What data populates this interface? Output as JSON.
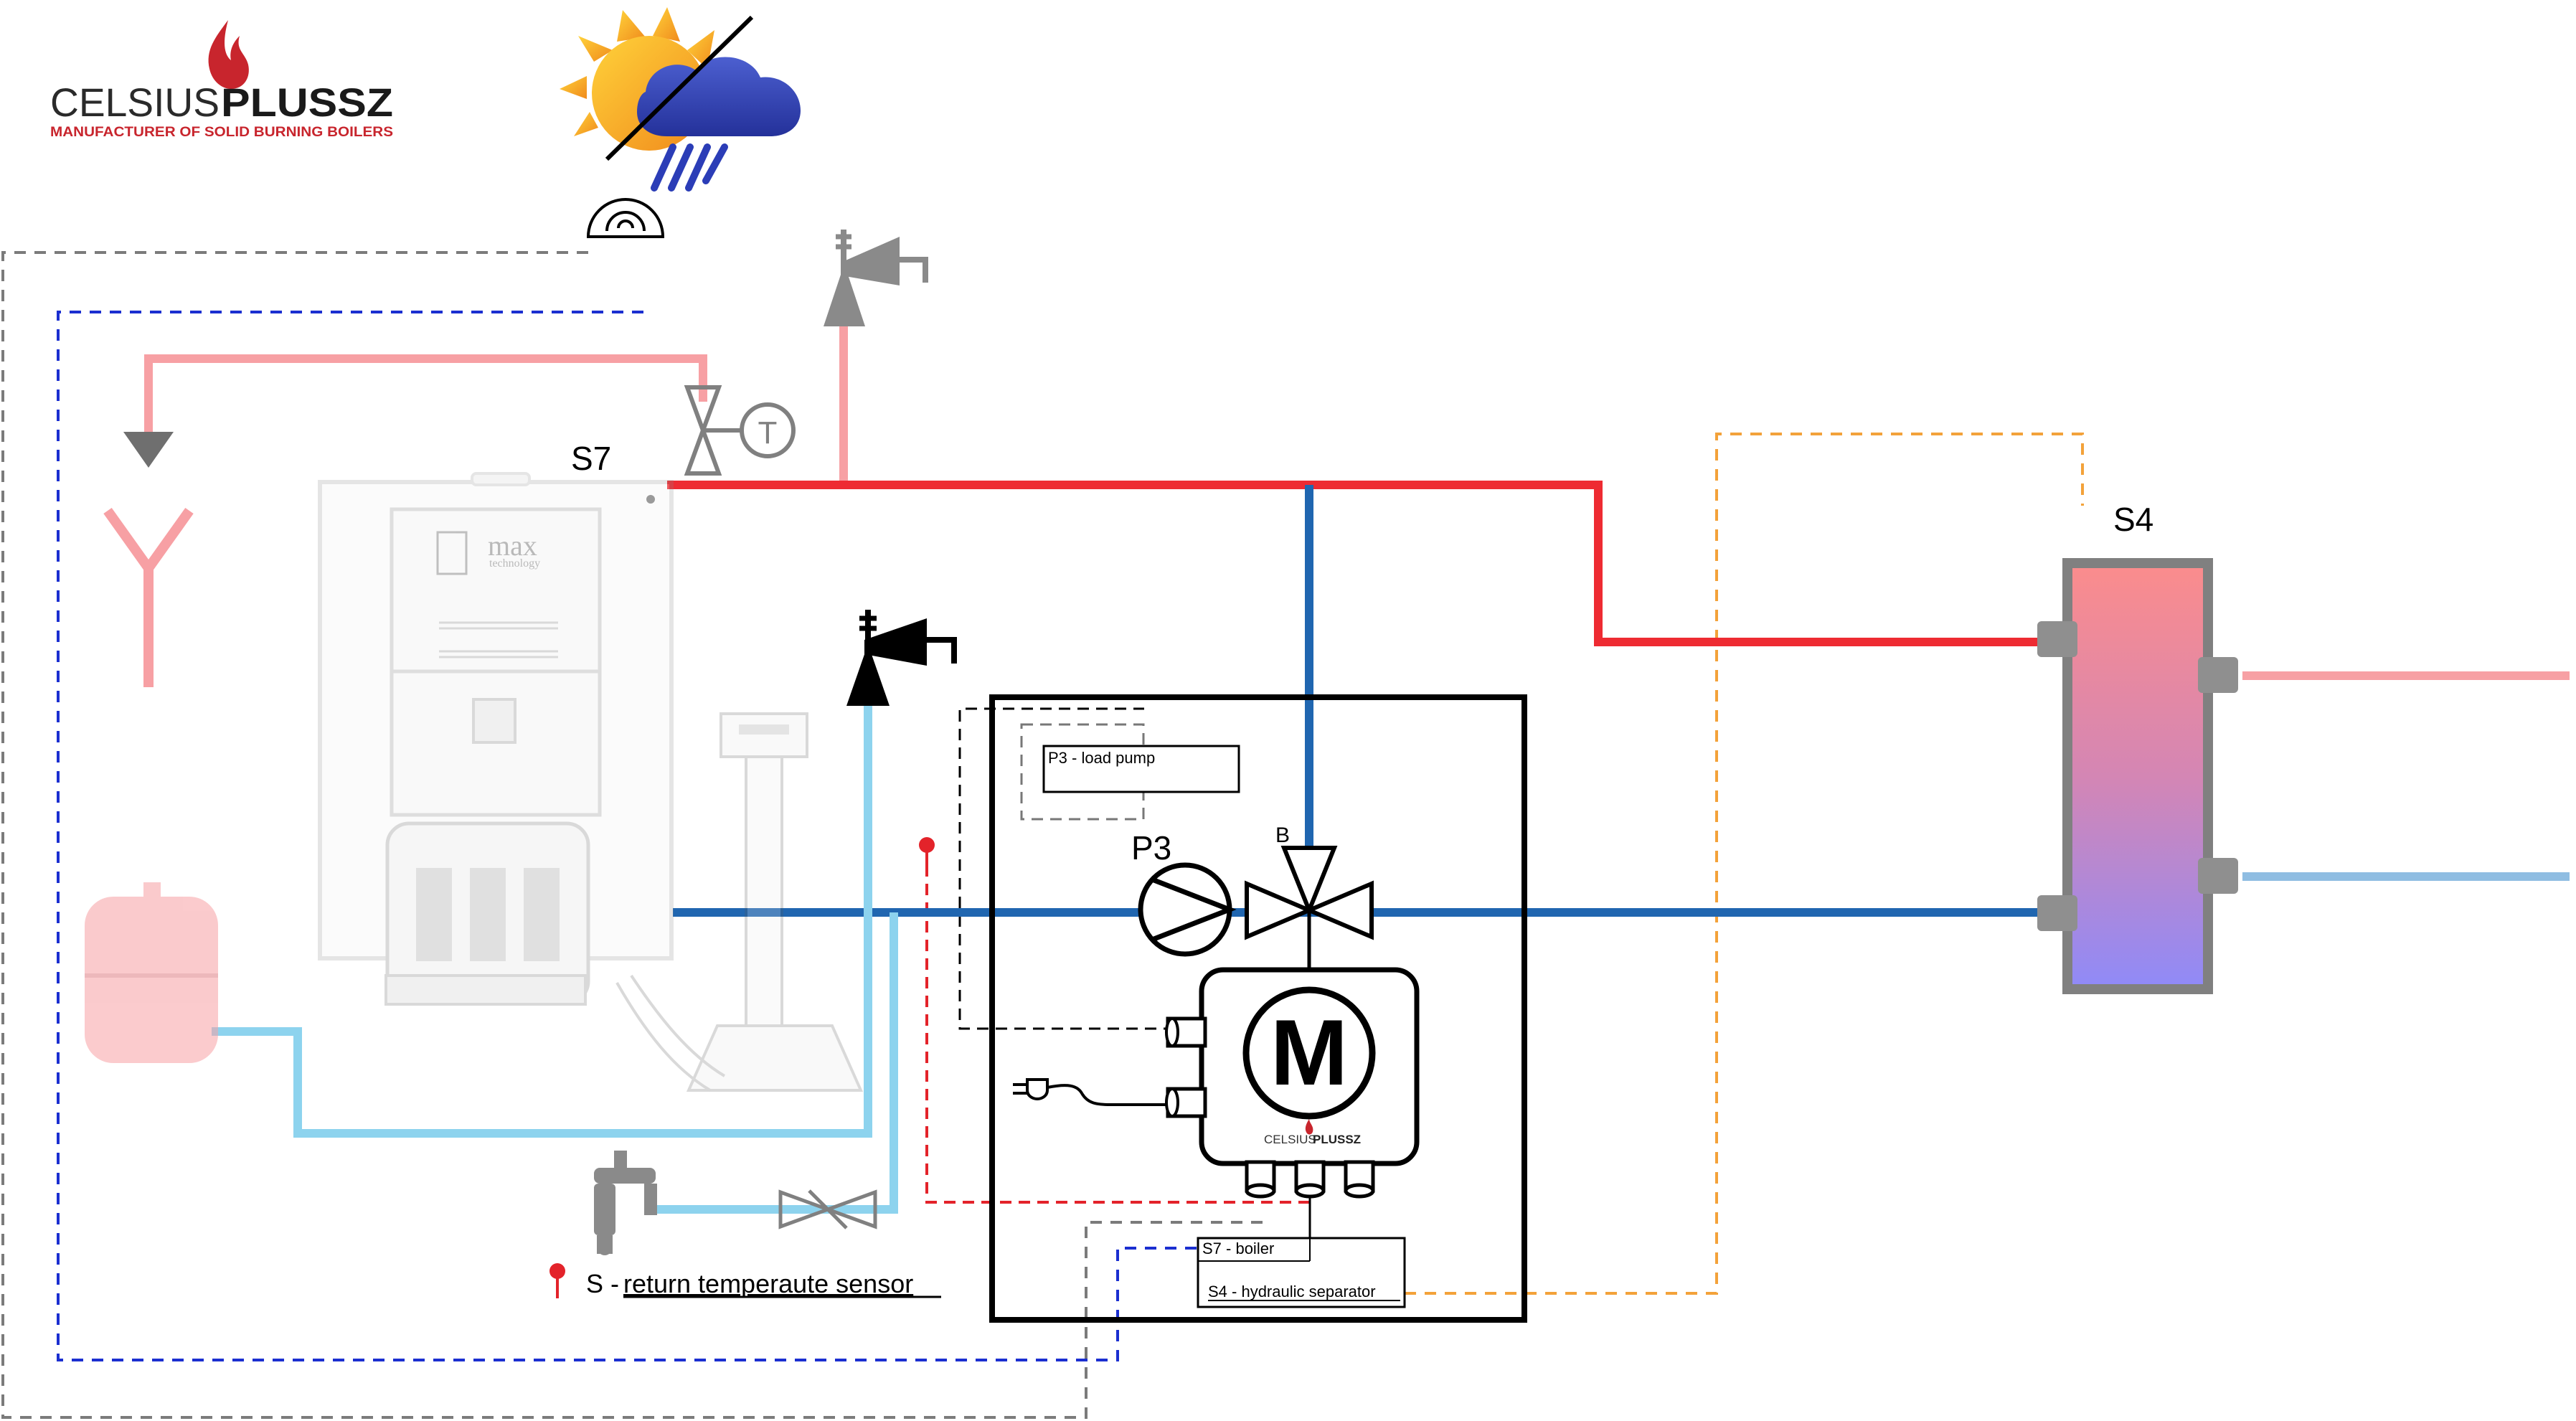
{
  "logo": {
    "brand_light": "CELSIUS",
    "brand_bold": "PLUSSZ",
    "tagline": "MANUFACTURER OF SOLID BURNING BOILERS",
    "mini_light": "CELSIUS",
    "mini_bold": "PLUSSZ"
  },
  "boiler_badge": {
    "brand": "max",
    "sub": "technology"
  },
  "labels": {
    "s7": "S7",
    "s4": "S4",
    "p3": "P3",
    "b_port": "B",
    "thermostat": "T",
    "motor": "M",
    "sensor_prefix": "S - ",
    "sensor_text": "return temperaute sensor"
  },
  "legend": {
    "p3": "P3 - load pump",
    "s7": "S7  - boiler",
    "s4": "S4 - hydraulic separator"
  },
  "colors": {
    "hot_pipe": "#ee2b32",
    "hot_pipe_light": "#f7a0a4",
    "cold_pipe": "#2066b0",
    "cold_pipe_light": "#8dd3ee",
    "sensor_line": "#e3232a",
    "blue_dash": "#1b2fd0",
    "orange_dash": "#f3a23a",
    "gray_dash": "#7b7b7b"
  }
}
